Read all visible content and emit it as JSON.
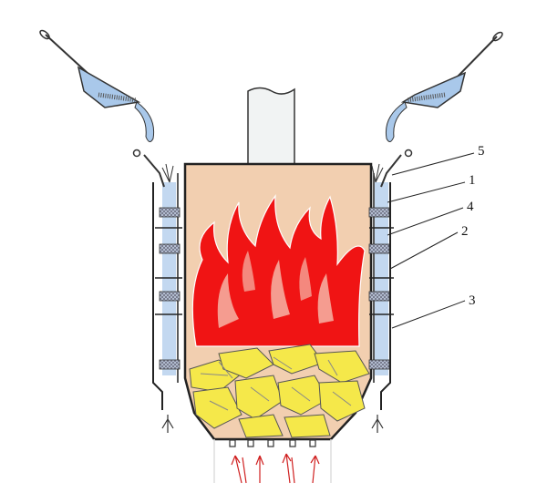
{
  "labels": [
    {
      "id": "5",
      "text": "5"
    },
    {
      "id": "1",
      "text": "1"
    },
    {
      "id": "4",
      "text": "4"
    },
    {
      "id": "2",
      "text": "2"
    },
    {
      "id": "3",
      "text": "3"
    }
  ],
  "colors": {
    "chamber_fill": "#f2cfb0",
    "flame": "#f01414",
    "fuel": "#f5e84a",
    "water": "#a9c8ea",
    "outline": "#222222",
    "chimney": "#f1f3f3",
    "air_arrows": "#d02020"
  }
}
